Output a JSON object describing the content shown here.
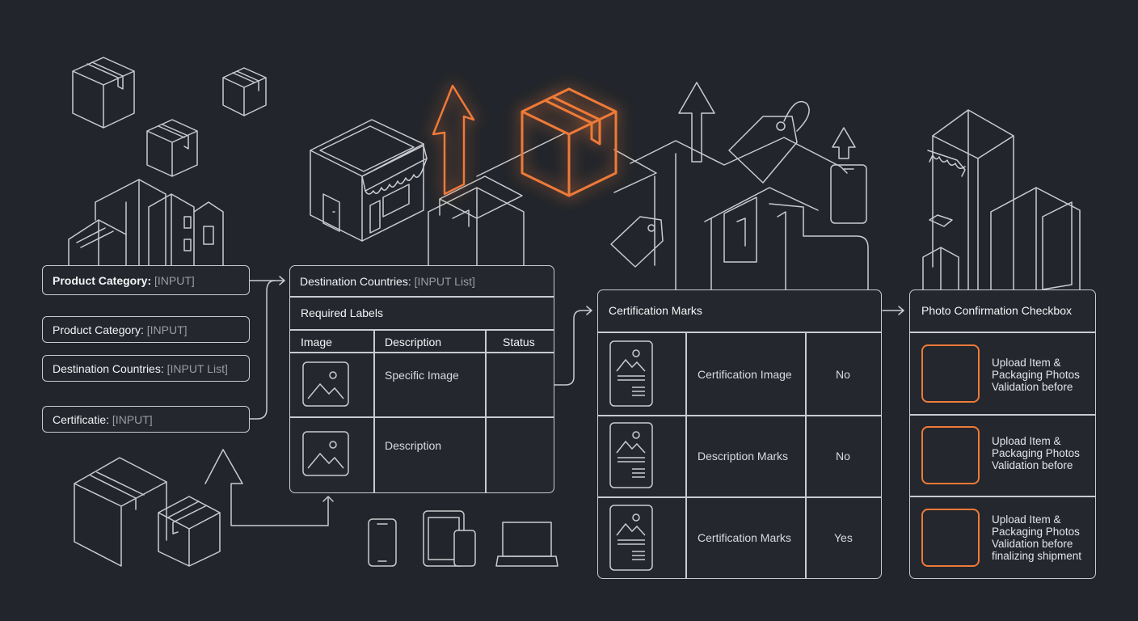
{
  "inputs": {
    "top": {
      "label": "Product Category:",
      "placeholder": "[INPUT]"
    },
    "category": {
      "label": "Product Category:",
      "placeholder": "[INPUT]"
    },
    "destinations": {
      "label": "Destination Countries:",
      "placeholder": "[INPUT List]"
    },
    "certificate": {
      "label": "Certificatie:",
      "placeholder": "[INPUT]"
    }
  },
  "labels_panel": {
    "destinations": {
      "label": "Destination Countries:",
      "placeholder": "[INPUT List]"
    },
    "title": "Required Labels",
    "columns": [
      "Image",
      "Description",
      "Status"
    ],
    "rows": [
      {
        "icon": "image-placeholder-icon",
        "description": "Specific Image",
        "status": ""
      },
      {
        "icon": "image-placeholder-icon",
        "description": "Description",
        "status": ""
      }
    ]
  },
  "cert_panel": {
    "title": "Certification Marks",
    "rows": [
      {
        "icon": "document-image-icon",
        "name": "Certification Image",
        "value": "No"
      },
      {
        "icon": "document-image-icon",
        "name": "Description Marks",
        "value": "No"
      },
      {
        "icon": "document-image-icon",
        "name": "Certification Marks",
        "value": "Yes"
      }
    ]
  },
  "photo_panel": {
    "title": "Photo Confirmation Checkbox",
    "rows": [
      {
        "lines": [
          "Upload Item &",
          "Packaging Photos",
          "Validation before"
        ]
      },
      {
        "lines": [
          "Upload Item &",
          "Packaging Photos",
          "Validation before"
        ]
      },
      {
        "lines": [
          "Upload Item &",
          "Packaging Photos",
          "Validation before",
          "finalizing shipment"
        ]
      }
    ]
  },
  "colors": {
    "background": "#22252b",
    "stroke": "#c9cbd0",
    "accent": "#ee7a38"
  },
  "decorations": [
    "package-box-icon",
    "storefront-icon",
    "buildings-icon",
    "up-arrow-icon",
    "price-tag-icon",
    "smartphone-icon",
    "tablet-icon",
    "laptop-icon",
    "highlighted-package-icon"
  ]
}
